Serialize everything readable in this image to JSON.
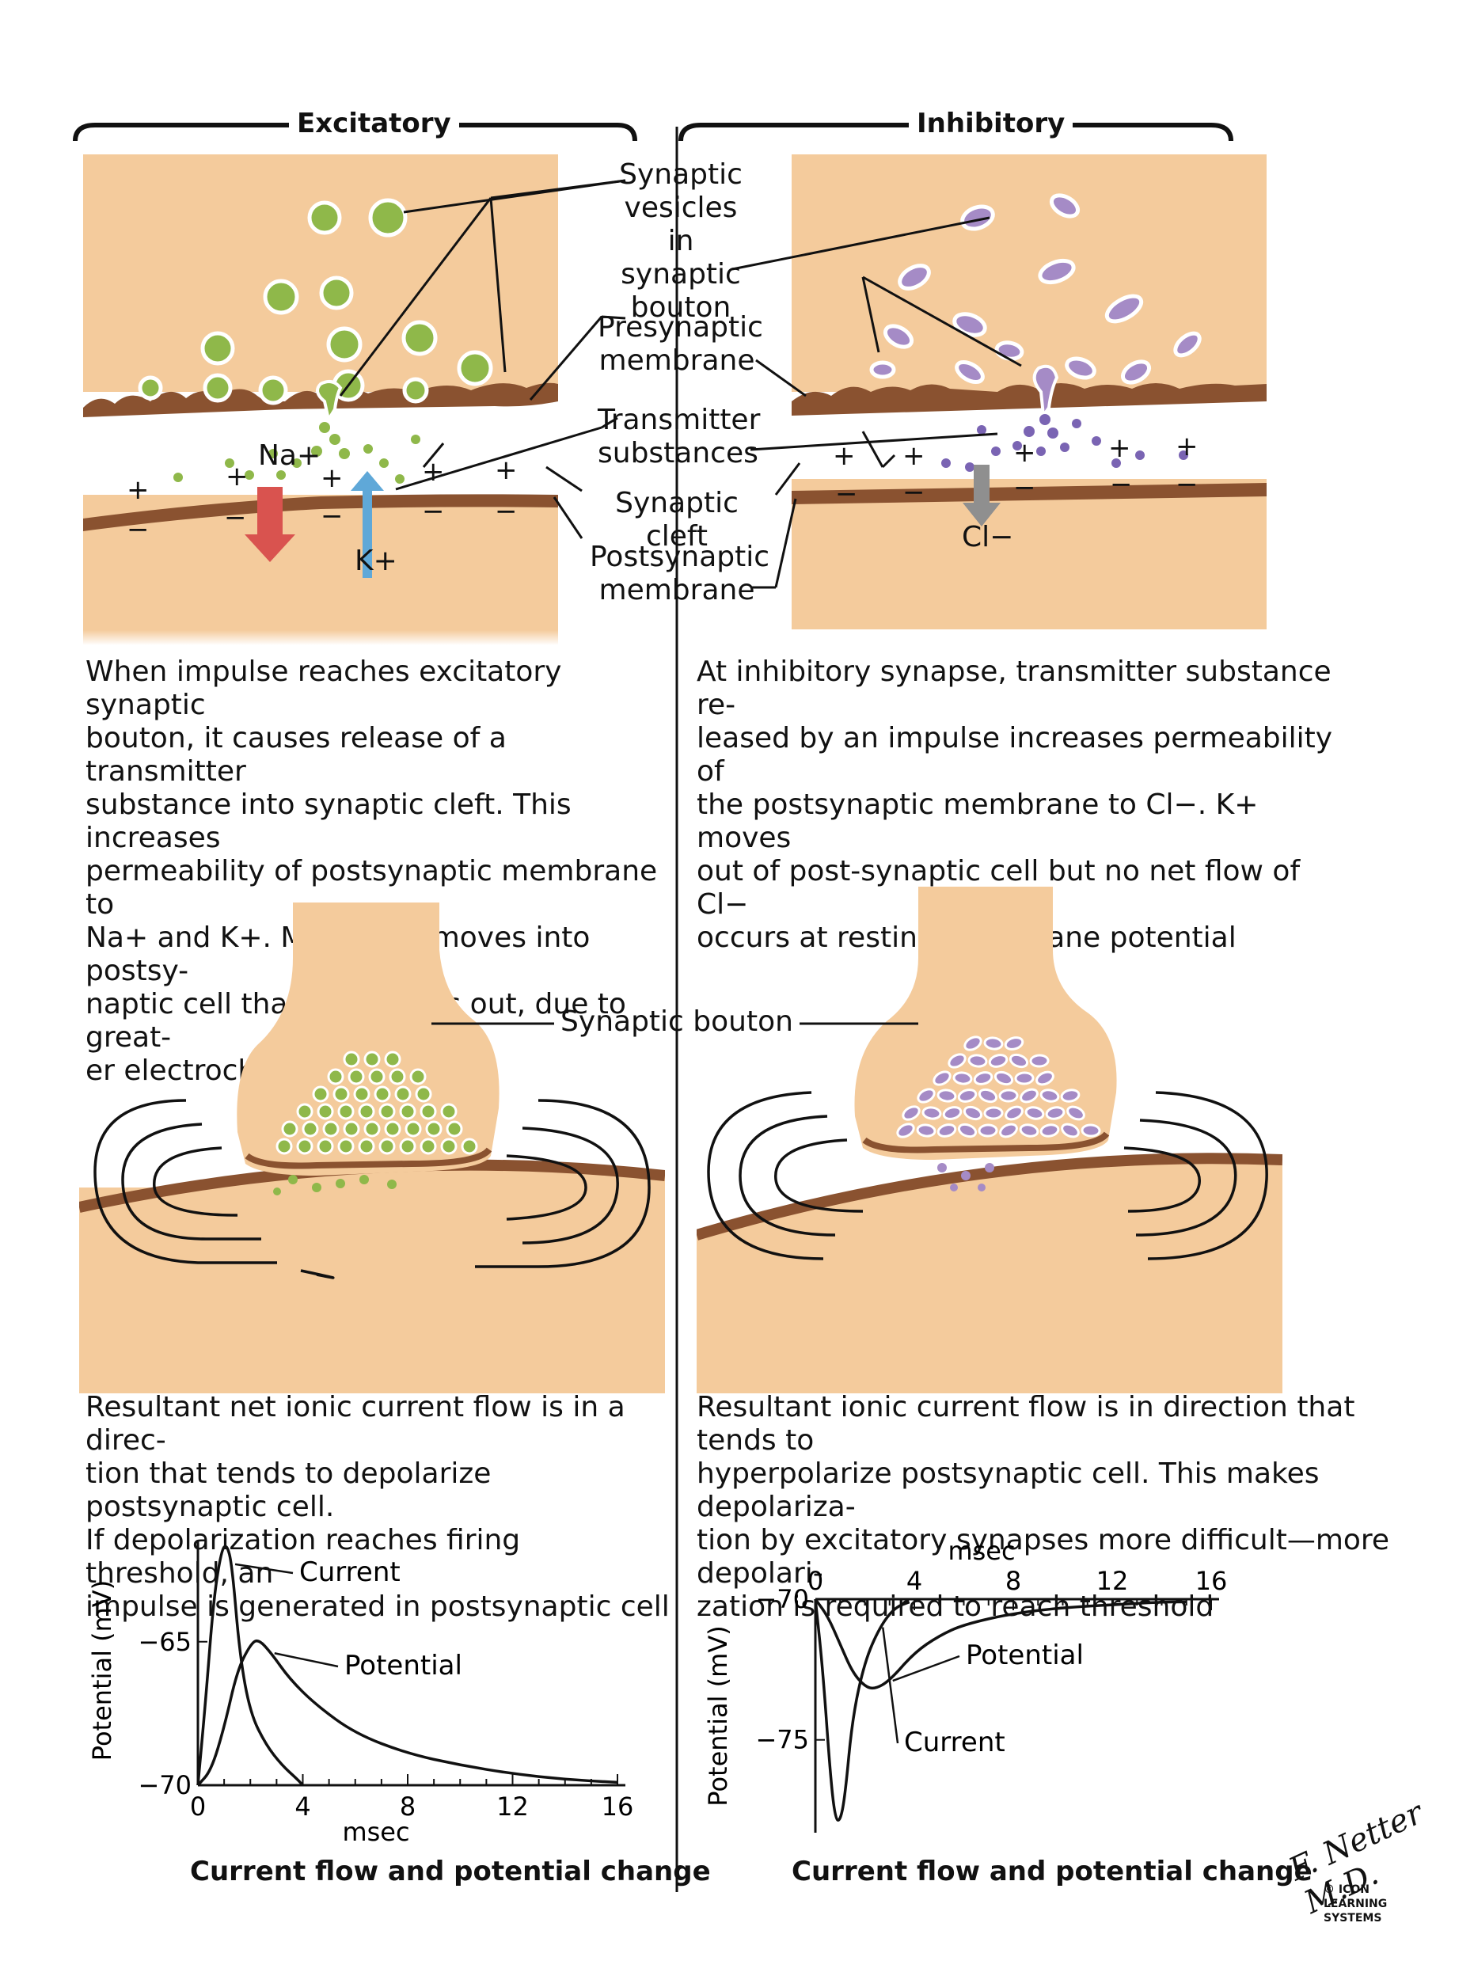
{
  "headers": {
    "left": "Excitatory",
    "right": "Inhibitory"
  },
  "labels": {
    "vesicles": "Synaptic\nvesicles\nin synaptic\nbouton",
    "presynaptic": "Presynaptic\nmembrane",
    "transmitter": "Transmitter\nsubstances",
    "cleft": "Synaptic cleft",
    "postsynaptic": "Postsynaptic\nmembrane",
    "na": "Na+",
    "k": "K+",
    "cl": "Cl−",
    "bouton": "Synaptic bouton"
  },
  "descriptions": {
    "excitatory_1": "When impulse reaches excitatory synaptic\nbouton, it causes release of a transmitter\nsubstance into synaptic cleft. This increases\npermeability of postsynaptic membrane to\nNa+ and K+. More Na+ moves into postsy-\nnaptic cell than K+ moves out, due to great-\ner electrochemical gradient",
    "inhibitory_1": "At inhibitory synapse, transmitter substance re-\nleased by an impulse increases permeability of\nthe postsynaptic membrane to Cl−. K+ moves\nout of post-synaptic cell but no net flow of Cl−\noccurs at resting membrane potential",
    "excitatory_2": "Resultant net ionic current flow is in a direc-\ntion that tends to depolarize postsynaptic cell.\nIf depolarization reaches firing threshold, an\nimpulse is generated in postsynaptic cell",
    "inhibitory_2": "Resultant ionic current flow is in direction that tends to\nhyperpolarize postsynaptic cell. This makes depolariza-\ntion by excitatory synapses more difficult—more depolari-\nzation is required to reach threshold"
  },
  "colors": {
    "cell": "#f4cb9c",
    "membrane": "#8a5230",
    "excit_vesicle": "#8fb84a",
    "inhib_vesicle": "#a58bc6",
    "na_arrow": "#d9534f",
    "k_arrow": "#5fa8d8",
    "cl_arrow": "#8f8f8f"
  },
  "signature": "F. Netter M.D.",
  "logo": "© ICON LEARNING SYSTEMS",
  "chart_data": [
    {
      "type": "line",
      "title": "Current flow and potential change",
      "xlabel": "msec",
      "ylabel": "Potential (mV)",
      "xlim": [
        0,
        16
      ],
      "ylim": [
        -70,
        -62
      ],
      "xticks": [
        0,
        4,
        8,
        12,
        16
      ],
      "yticks": [
        -65,
        -70
      ],
      "series": [
        {
          "name": "Current",
          "x": [
            0,
            0.3,
            0.6,
            0.9,
            1.1,
            1.3,
            1.6,
            2.0,
            2.6,
            3.2,
            3.8,
            4.0
          ],
          "y": [
            -70,
            -67,
            -63.5,
            -61.8,
            -61.6,
            -62.3,
            -65.5,
            -67.5,
            -68.6,
            -69.3,
            -69.8,
            -70
          ]
        },
        {
          "name": "Potential",
          "x": [
            0,
            0.5,
            1.0,
            1.5,
            2.0,
            2.3,
            2.8,
            3.5,
            4.5,
            6,
            8,
            10,
            12,
            14,
            16
          ],
          "y": [
            -70,
            -69.5,
            -68.0,
            -66.0,
            -65.1,
            -64.9,
            -65.4,
            -66.3,
            -67.2,
            -68.2,
            -68.9,
            -69.3,
            -69.6,
            -69.8,
            -69.9
          ]
        }
      ]
    },
    {
      "type": "line",
      "title": "Current flow and potential change",
      "xlabel": "msec",
      "ylabel": "Potential (mV)",
      "xlim": [
        0,
        16
      ],
      "ylim": [
        -78.3,
        -70
      ],
      "xticks": [
        0,
        4,
        8,
        12,
        16
      ],
      "yticks": [
        -70,
        -75
      ],
      "series": [
        {
          "name": "Potential",
          "x": [
            0,
            0.5,
            1.0,
            1.5,
            2.0,
            2.4,
            3.0,
            4.0,
            5.0,
            6,
            8,
            10,
            12,
            14,
            15
          ],
          "y": [
            -70,
            -70.6,
            -71.6,
            -72.6,
            -73.1,
            -73.2,
            -72.9,
            -71.9,
            -71.3,
            -70.9,
            -70.5,
            -70.3,
            -70.2,
            -70.1,
            -70.1
          ]
        },
        {
          "name": "Current",
          "x": [
            0,
            0.3,
            0.6,
            0.8,
            1.0,
            1.2,
            1.5,
            2.0,
            2.6,
            3.2,
            3.8
          ],
          "y": [
            -70,
            -72.5,
            -76.2,
            -77.8,
            -77.9,
            -77.0,
            -74.2,
            -72.2,
            -71.0,
            -70.3,
            -70.1
          ]
        }
      ]
    }
  ]
}
